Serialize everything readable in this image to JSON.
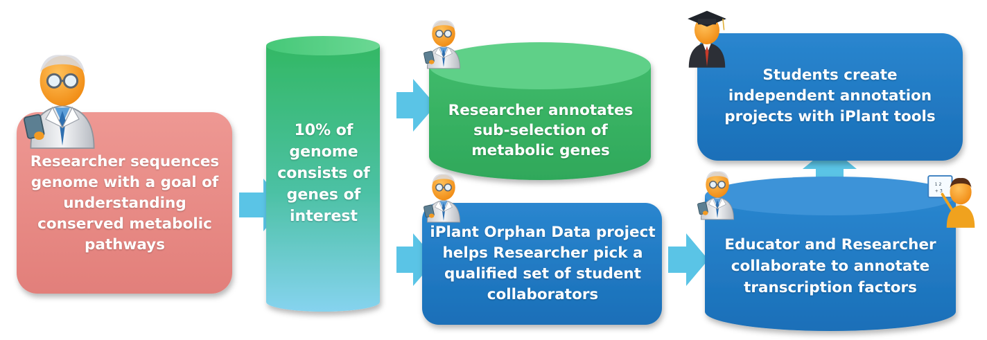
{
  "steps": {
    "researcher_sequences": "Researcher sequences genome with a goal of understanding conserved metabolic pathways",
    "genome_fraction": "10% of genome consists of genes of interest",
    "researcher_annotates": "Researcher annotates sub-selection of metabolic genes",
    "orphan_data": "iPlant Orphan Data project helps Researcher pick a qualified set of student collaborators",
    "educator_researcher": "Educator and Researcher collaborate to annotate transcription factors",
    "students_create": "Students create independent annotation projects with iPlant tools"
  },
  "colors": {
    "red_box": "#e98b86",
    "green": "#3cb464",
    "green_top": "#5fd286",
    "blue": "#1f78c3",
    "blue_top": "#3f95da",
    "arrow": "#5bc6e5",
    "gradient_top": "#3cbd6a",
    "gradient_bottom": "#7ed0ea"
  },
  "icons": {
    "researcher": "researcher-person-icon",
    "student": "graduate-student-icon",
    "educator": "educator-presenter-icon"
  }
}
